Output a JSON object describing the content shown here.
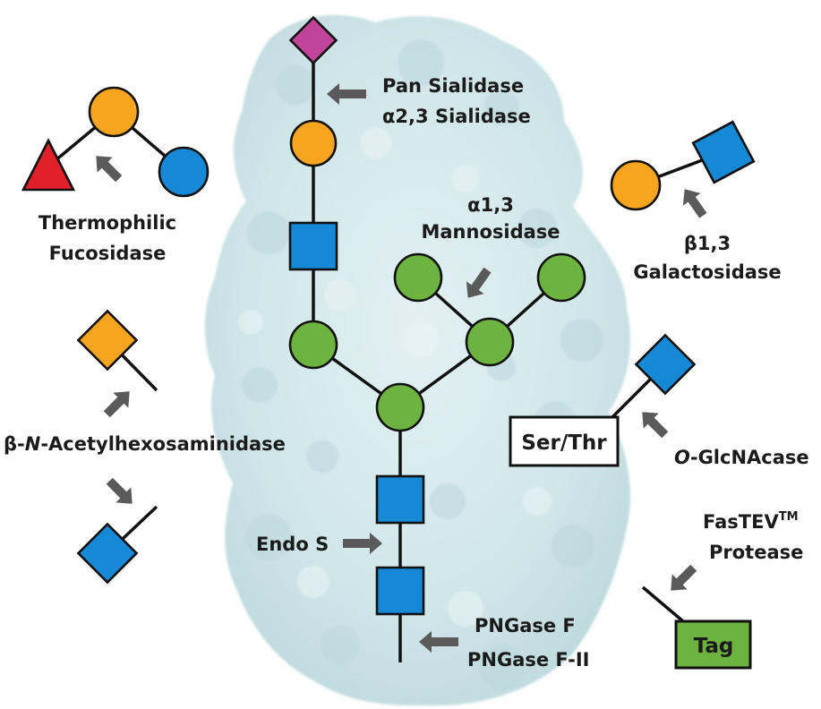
{
  "colors": {
    "sialic_acid": "#C2449A",
    "galactose": "#F7A51E",
    "glcnac": "#1589D6",
    "mannose": "#6DB33F",
    "fucose": "#E2202B",
    "tag": "#6DB33F",
    "arrow": "#5a5a5a",
    "background_protein": "#D2E8EA"
  },
  "glycan_symbols": {
    "sialic_acid": "magenta-diamond",
    "galactose": "orange-circle",
    "glcnac": "blue-square",
    "mannose": "green-circle",
    "fucose": "red-triangle",
    "galnac": "orange-diamond",
    "hexnac": "blue-diamond"
  },
  "labels": {
    "pan_sialidase": "Pan Sialidase",
    "a23_sialidase": "α2,3 Sialidase",
    "thermo_line1": "Thermophilic",
    "thermo_line2": "Fucosidase",
    "a13_line1": "α1,3",
    "a13_line2": "Mannosidase",
    "b13_line1": "β1,3",
    "b13_line2": "Galactosidase",
    "hexos_prefix": "β-",
    "hexos_italic": "N",
    "hexos_suffix": "-Acetylhexosaminidase",
    "glcnacase_italic": "O",
    "glcnacase_rest": "-GlcNAcase",
    "ser_thr": "Ser/Thr",
    "fastev": "FasTEV",
    "fastev_tm": "TM",
    "protease": "Protease",
    "endo_s": "Endo S",
    "pngase_f": "PNGase F",
    "pngase_f_ii": "PNGase F-II",
    "tag": "Tag"
  }
}
